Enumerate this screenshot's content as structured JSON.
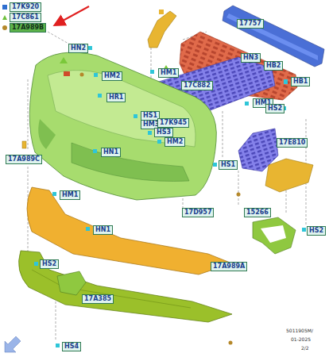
{
  "diagram": {
    "labels": [
      "HN2",
      "HM2",
      "HR1",
      "HM1",
      "HN3",
      "HB2",
      "17757",
      "17C882",
      "HM1",
      "HB1",
      "HS2",
      "HS1",
      "HM3",
      "17K945",
      "HS3",
      "HM2",
      "17E810",
      "HN1",
      "17A989C",
      "HS1",
      "HM1",
      "17D957",
      "15266",
      "HN1",
      "HS2",
      "HS2",
      "17A989A",
      "17A385",
      "HS4",
      "5011905M/",
      "01-2025",
      "2/2"
    ],
    "legend": [
      {
        "text": "17K920"
      },
      {
        "text": "17C861"
      },
      {
        "text": "17A989B"
      }
    ]
  }
}
